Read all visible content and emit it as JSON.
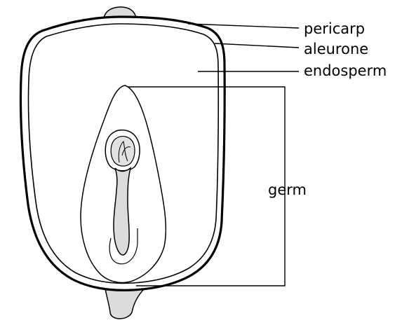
{
  "labels": {
    "pericarp": "pericarp",
    "aleurone": "aleurone",
    "endosperm": "endosperm",
    "germ": "germ"
  },
  "colors": {
    "line": "#000000",
    "fill_gray": "#dcdcdc",
    "background": "#ffffff"
  }
}
